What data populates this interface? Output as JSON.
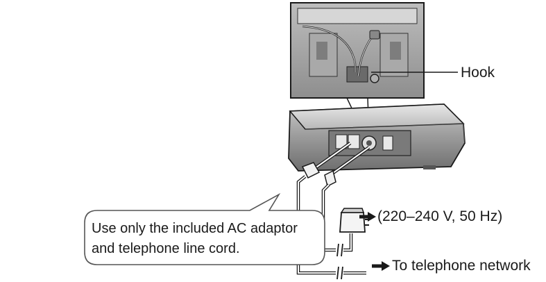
{
  "labels": {
    "hook": "Hook",
    "power": "(220–240 V, 50 Hz)",
    "network": "To telephone network"
  },
  "callout": {
    "line1": "Use only the included AC adaptor",
    "line2": "and telephone line cord."
  },
  "icons": [
    "arrow-right-icon",
    "ac-adaptor-icon",
    "modular-plug-icon",
    "dc-plug-icon"
  ],
  "colors": {
    "line": "#1a1a1a",
    "body": "#8c8c8c",
    "body_dark": "#5a5a5a",
    "panel": "#d9d9d9"
  }
}
